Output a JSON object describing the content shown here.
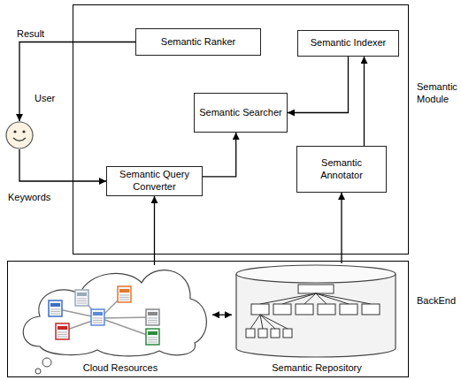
{
  "diagram": {
    "nodes": [
      {
        "text": [
          "Semantic Module"
        ]
      },
      {
        "text": [
          "Semantic Ranker"
        ],
        "in": 0
      },
      {
        "text": [
          "Semantic Indexer"
        ],
        "in": 0
      },
      {
        "text": [
          "Semantic Searcher"
        ],
        "in": 0
      },
      {
        "text": [
          "Semantic Query Converter"
        ],
        "in": 0
      },
      {
        "text": [
          "Semantic Annotator"
        ],
        "in": 0
      },
      {
        "text": [
          "User"
        ]
      },
      {
        "text": [
          "BackEnd"
        ]
      },
      {
        "text": [
          "Cloud Resources"
        ],
        "in": 7
      },
      {
        "text": [
          "Semantic Repository"
        ],
        "in": 7
      }
    ],
    "edges": [
      {
        "from": 1,
        "to": 6,
        "arrow": "to",
        "label": "Result"
      },
      {
        "from": 6,
        "to": 4,
        "arrow": "to",
        "label": "Keywords"
      },
      {
        "from": 4,
        "to": 3,
        "arrow": "to"
      },
      {
        "from": 2,
        "to": 3,
        "arrow": "to"
      },
      {
        "from": 5,
        "to": 2,
        "arrow": "to"
      },
      {
        "from": 8,
        "to": 4,
        "arrow": "to"
      },
      {
        "from": 9,
        "to": 5,
        "arrow": "to"
      },
      {
        "from": 8,
        "to": 9,
        "arrow": "both"
      }
    ]
  }
}
